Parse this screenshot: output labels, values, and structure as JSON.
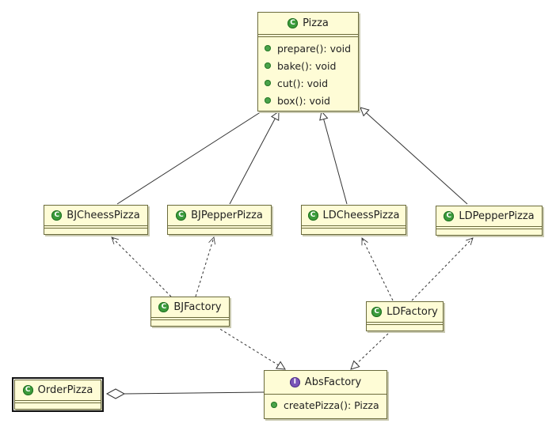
{
  "classes": {
    "pizza": {
      "name": "Pizza",
      "kind": "class",
      "methods": [
        "prepare(): void",
        "bake(): void",
        "cut(): void",
        "box(): void"
      ]
    },
    "bj_cheess_pizza": {
      "name": "BJCheessPizza",
      "kind": "class"
    },
    "bj_pepper_pizza": {
      "name": "BJPepperPizza",
      "kind": "class"
    },
    "ld_cheess_pizza": {
      "name": "LDCheessPizza",
      "kind": "class"
    },
    "ld_pepper_pizza": {
      "name": "LDPepperPizza",
      "kind": "class"
    },
    "bj_factory": {
      "name": "BJFactory",
      "kind": "class"
    },
    "ld_factory": {
      "name": "LDFactory",
      "kind": "class"
    },
    "abs_factory": {
      "name": "AbsFactory",
      "kind": "interface",
      "methods": [
        "createPizza(): Pizza"
      ]
    },
    "order_pizza": {
      "name": "OrderPizza",
      "kind": "class"
    }
  },
  "badges": {
    "class": "C",
    "interface": "I"
  },
  "colors": {
    "class_fill": "#fefcd6",
    "class_border": "#6b6b3c",
    "class_badge": "#3b9b3b",
    "interface_badge": "#7a55b8",
    "line": "#333333"
  }
}
